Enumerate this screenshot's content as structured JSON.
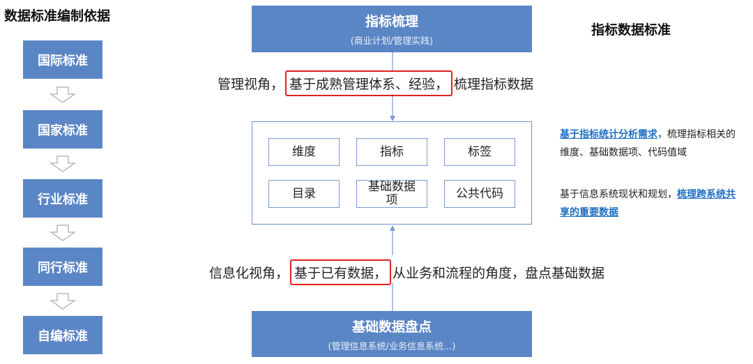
{
  "left": {
    "title": "数据标准编制依据",
    "standards": [
      "国际标准",
      "国家标准",
      "行业标准",
      "同行标准",
      "自编标准"
    ]
  },
  "top_box": {
    "title": "指标梳理",
    "subtitle": "(商业计划/管理实践)"
  },
  "management_view": {
    "prefix": "管理视角，",
    "highlight": "基于成熟管理体系、经验，",
    "suffix": "梳理指标数据"
  },
  "grid": {
    "cells": [
      "维度",
      "指标",
      "标签",
      "目录",
      "基础数据\n项",
      "公共代码"
    ]
  },
  "info_view": {
    "prefix": "信息化视角，",
    "highlight": "基于已有数据，",
    "suffix": "从业务和流程的角度，盘点基础数据"
  },
  "bottom_box": {
    "title": "基础数据盘点",
    "subtitle": "(管理信息系统/业务信息系统...)"
  },
  "right": {
    "title": "指标数据标准",
    "note1": {
      "highlight": "基于指标统计分析需求",
      "text": "，梳理指标相关的维度、基础数据项、代码值域"
    },
    "note2": {
      "text": "基于信息系统现状和规划，",
      "highlight": "梳理跨系统共享的重要数据"
    }
  },
  "colors": {
    "box_blue": "#5b86c5",
    "highlight_red": "#e02020",
    "link_blue": "#1f6fc4"
  }
}
